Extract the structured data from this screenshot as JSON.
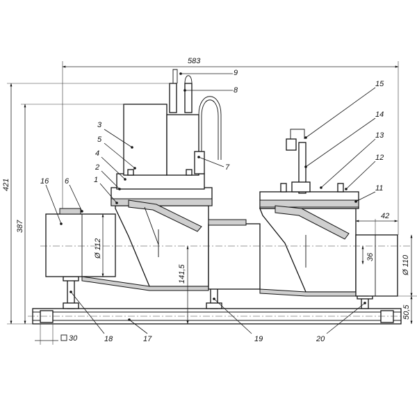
{
  "dimensions": {
    "overall_width": "583",
    "overall_height": "421",
    "height_387": "387",
    "dia_inlet": "Ø 112",
    "dia_outlet": "Ø 110",
    "height_141_5": "141,5",
    "offset_42": "42",
    "offset_36": "36",
    "height_50_5": "50,5",
    "profile_30": "30"
  },
  "callouts": [
    "1",
    "2",
    "3",
    "4",
    "5",
    "6",
    "7",
    "8",
    "9",
    "11",
    "12",
    "13",
    "14",
    "15",
    "16",
    "17",
    "18",
    "19",
    "20"
  ]
}
